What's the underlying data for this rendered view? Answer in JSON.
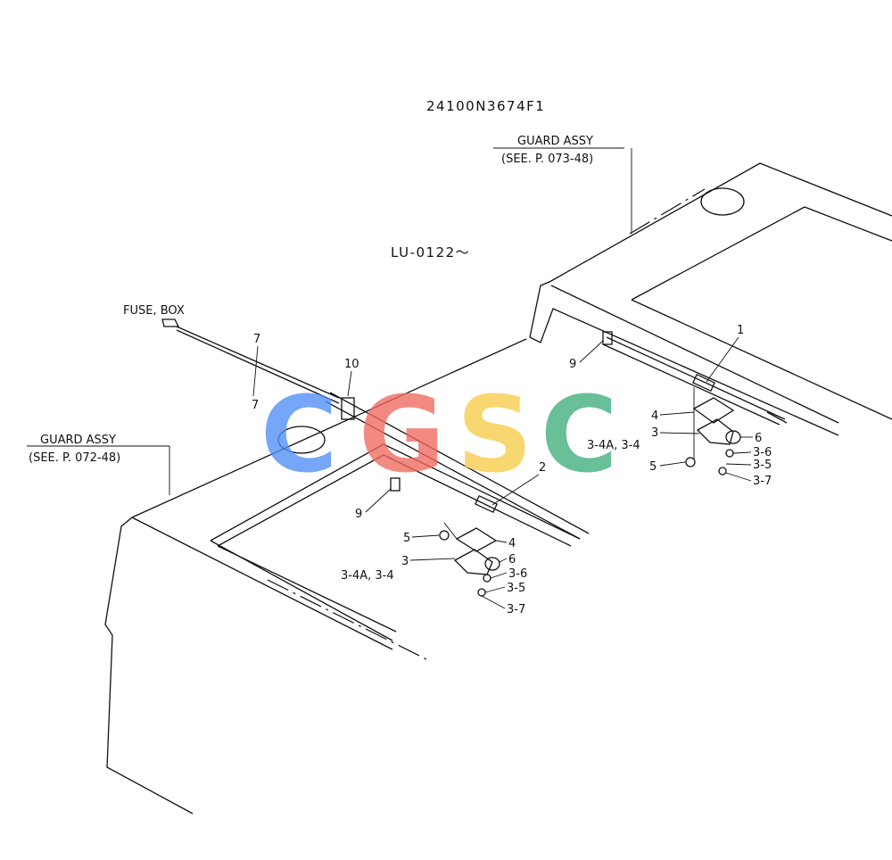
{
  "drawing": {
    "part_number": "24100N3674F1",
    "serial_range": "LU-0122～"
  },
  "references": [
    {
      "id": "guard-assy-073",
      "name": "GUARD ASSY",
      "see": "(SEE. P. 073-48)"
    },
    {
      "id": "guard-assy-072",
      "name": "GUARD ASSY",
      "see": "(SEE. P. 072-48)"
    }
  ],
  "fuse_box_label": "FUSE, BOX",
  "callouts": {
    "c1": "1",
    "c2": "2",
    "c7a": "7",
    "c7b": "7",
    "c10": "10",
    "c9a": "9",
    "c9b": "9",
    "c4a": "4",
    "c3a": "3",
    "c34a_a": "3-4A, 3-4",
    "c5a": "5",
    "c6a": "6",
    "c36a": "3-6",
    "c35a": "3-5",
    "c37a": "3-7",
    "c5b": "5",
    "c4b": "4",
    "c6b": "6",
    "c3b": "3",
    "c34a_b": "3-4A, 3-4",
    "c36b": "3-6",
    "c35b": "3-5",
    "c37b": "3-7"
  },
  "watermark": {
    "letters": [
      "C",
      "G",
      "S",
      "C"
    ],
    "colors": [
      "#4f8ef7",
      "#ef6a60",
      "#f7cd4a",
      "#3fae7a"
    ]
  }
}
